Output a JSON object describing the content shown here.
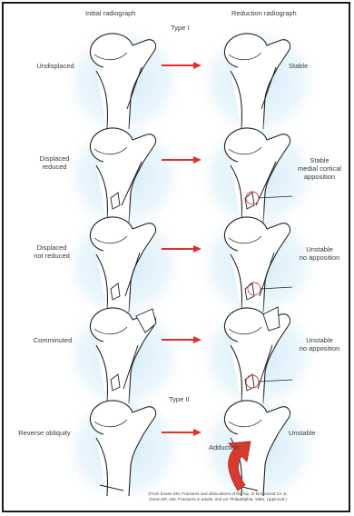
{
  "headers": {
    "initial": "Initial radiograph",
    "reduction": "Reduction radiograph"
  },
  "types": {
    "type1": "Type I",
    "type2": "Type II"
  },
  "rows": [
    {
      "left": [
        "Undisplaced"
      ],
      "right": [
        "Stable"
      ]
    },
    {
      "left": [
        "Displaced",
        "reduced"
      ],
      "right": [
        "Stable",
        "medial cortical",
        "apposition"
      ]
    },
    {
      "left": [
        "Displaced",
        "not reduced"
      ],
      "right": [
        "Unstable",
        "no apposition"
      ]
    },
    {
      "left": [
        "Comminuted"
      ],
      "right": [
        "Unstable",
        "no apposition"
      ]
    },
    {
      "left": [
        "Reverse obliquity"
      ],
      "right": [
        "Unstable"
      ]
    }
  ],
  "adduction_label": "Adduction",
  "caption": [
    "(From Evans EM. Fractures and dislocations of the hip. In Rockwood CA Jr,",
    "Green DP, eds: Fractures in adults. 2nd ed. Philadelphia, 1984, Lippincott.)"
  ],
  "colors": {
    "arrow": "#e0302e",
    "glow": "#bfe3f5",
    "circle": "#d04040",
    "line": "#222222"
  }
}
